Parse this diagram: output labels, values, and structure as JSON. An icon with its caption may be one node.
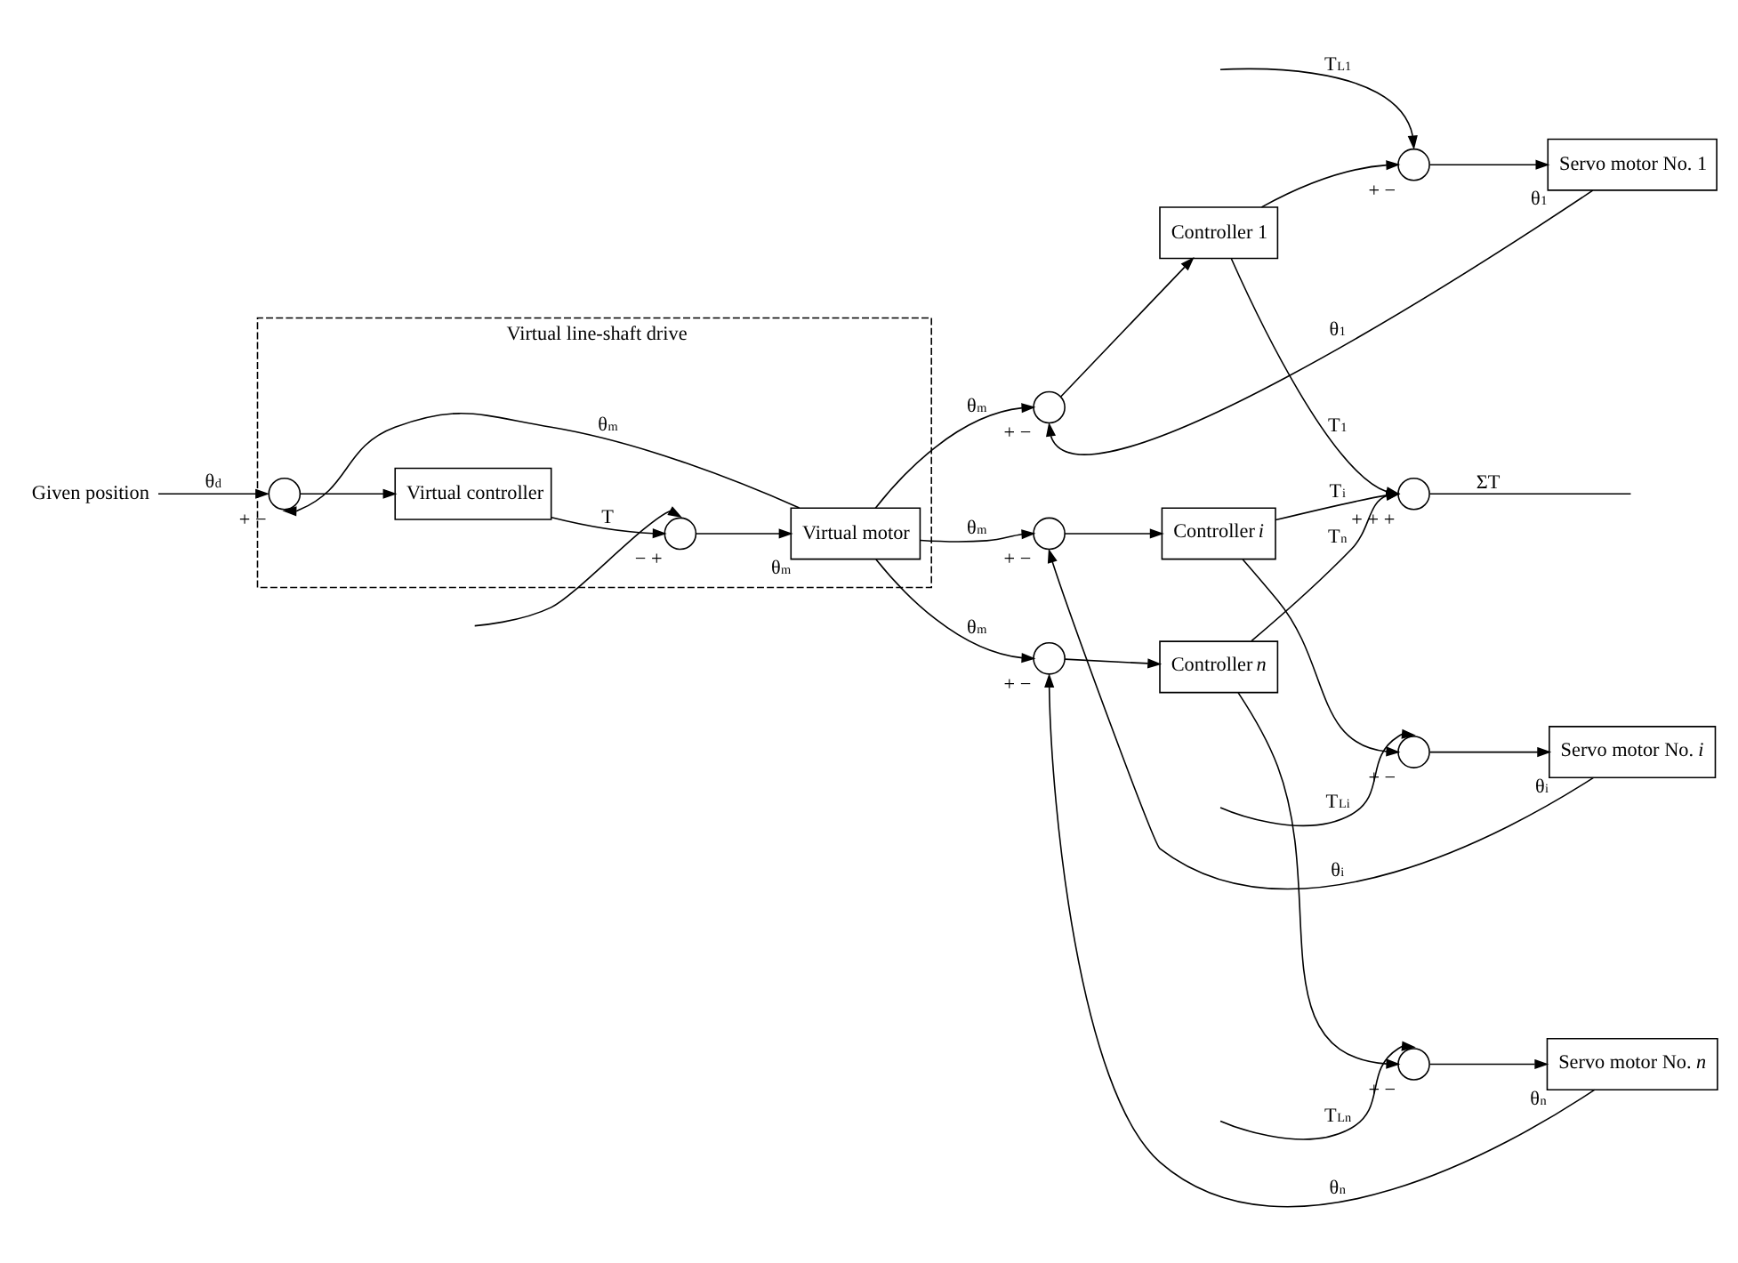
{
  "diagram": {
    "nodes": [
      {
        "text": [
          "Virtual line-shaft drive"
        ]
      },
      {
        "text": [
          "Given position"
        ]
      },
      {
        "text": [],
        "shape": "circle",
        "in": 0,
        "beside": [
          "+",
          "−"
        ]
      },
      {
        "text": [
          "Virtual controller"
        ],
        "in": 0
      },
      {
        "text": [],
        "shape": "circle",
        "in": 0,
        "beside": [
          "−",
          "+"
        ]
      },
      {
        "text": [
          "Virtual motor"
        ],
        "in": 0,
        "beside": [
          "θ$_{m}$"
        ]
      },
      {
        "text": [],
        "shape": "circle",
        "beside": [
          "+",
          "−"
        ]
      },
      {
        "text": [
          "Controller 1"
        ]
      },
      {
        "text": [],
        "shape": "circle",
        "beside": [
          "+",
          "−"
        ]
      },
      {
        "text": [
          "Servo motor No. 1"
        ],
        "beside": [
          "θ$_{1}$"
        ]
      },
      {
        "text": [],
        "shape": "circle",
        "beside": [
          "+",
          "−"
        ]
      },
      {
        "text": [
          "Controller *i*"
        ]
      },
      {
        "text": [],
        "shape": "circle",
        "beside": [
          "+",
          "−"
        ]
      },
      {
        "text": [
          "Servo motor No. *i*"
        ],
        "beside": [
          "θ$_{i}$"
        ]
      },
      {
        "text": [],
        "shape": "circle",
        "beside": [
          "+",
          "−"
        ]
      },
      {
        "text": [
          "Controller *n*"
        ]
      },
      {
        "text": [],
        "shape": "circle",
        "beside": [
          "+",
          "−"
        ]
      },
      {
        "text": [
          "Servo motor No. *n*"
        ],
        "beside": [
          "θ$_{n}$"
        ]
      },
      {
        "text": [],
        "shape": "circle",
        "beside": [
          "+",
          "+",
          "+"
        ]
      }
    ],
    "edges": [
      {
        "from": 1,
        "to": 2,
        "arrow": "to",
        "label": "θ$^{d}$"
      },
      {
        "from": 2,
        "to": 3,
        "arrow": "to"
      },
      {
        "from": 3,
        "to": 4,
        "arrow": "to",
        "label": "T"
      },
      {
        "from": null,
        "to": 4,
        "arrow": "to"
      },
      {
        "from": 4,
        "to": 5,
        "arrow": "to"
      },
      {
        "from": 5,
        "to": 2,
        "arrow": "to",
        "label": "θ$_{m}$"
      },
      {
        "from": 5,
        "to": 6,
        "arrow": "to",
        "label": "θ$_{m}$"
      },
      {
        "from": 5,
        "to": 10,
        "arrow": "to",
        "label": "θ$_{m}$"
      },
      {
        "from": 5,
        "to": 14,
        "arrow": "to",
        "label": "θ$_{m}$"
      },
      {
        "from": 6,
        "to": 7,
        "arrow": "to"
      },
      {
        "from": 7,
        "to": 8,
        "arrow": "to"
      },
      {
        "from": null,
        "to": 8,
        "arrow": "to",
        "label": "T$_{L1}$"
      },
      {
        "from": 8,
        "to": 9,
        "arrow": "to"
      },
      {
        "from": 9,
        "to": 6,
        "arrow": "to",
        "label": "θ$_{1}$"
      },
      {
        "from": 7,
        "to": 18,
        "arrow": "to",
        "label": "T$_{1}$"
      },
      {
        "from": 10,
        "to": 11,
        "arrow": "to"
      },
      {
        "from": 11,
        "to": 12,
        "arrow": "to"
      },
      {
        "from": null,
        "to": 12,
        "arrow": "to",
        "label": "T$_{Li}$"
      },
      {
        "from": 12,
        "to": 13,
        "arrow": "to"
      },
      {
        "from": 13,
        "to": 10,
        "arrow": "to",
        "label": "θ$_{i}$"
      },
      {
        "from": 11,
        "to": 18,
        "arrow": "to",
        "label": "T$_{i}$"
      },
      {
        "from": 14,
        "to": 15,
        "arrow": "to"
      },
      {
        "from": 15,
        "to": 16,
        "arrow": "to"
      },
      {
        "from": null,
        "to": 16,
        "arrow": "to",
        "label": "T$_{Ln}$"
      },
      {
        "from": 16,
        "to": 17,
        "arrow": "to"
      },
      {
        "from": 17,
        "to": 14,
        "arrow": "to",
        "label": "θ$_{n}$"
      },
      {
        "from": 15,
        "to": 18,
        "arrow": "to",
        "label": "T$_{n}$"
      },
      {
        "from": 18,
        "to": null,
        "arrow": "none",
        "label": "ΣT"
      }
    ]
  }
}
